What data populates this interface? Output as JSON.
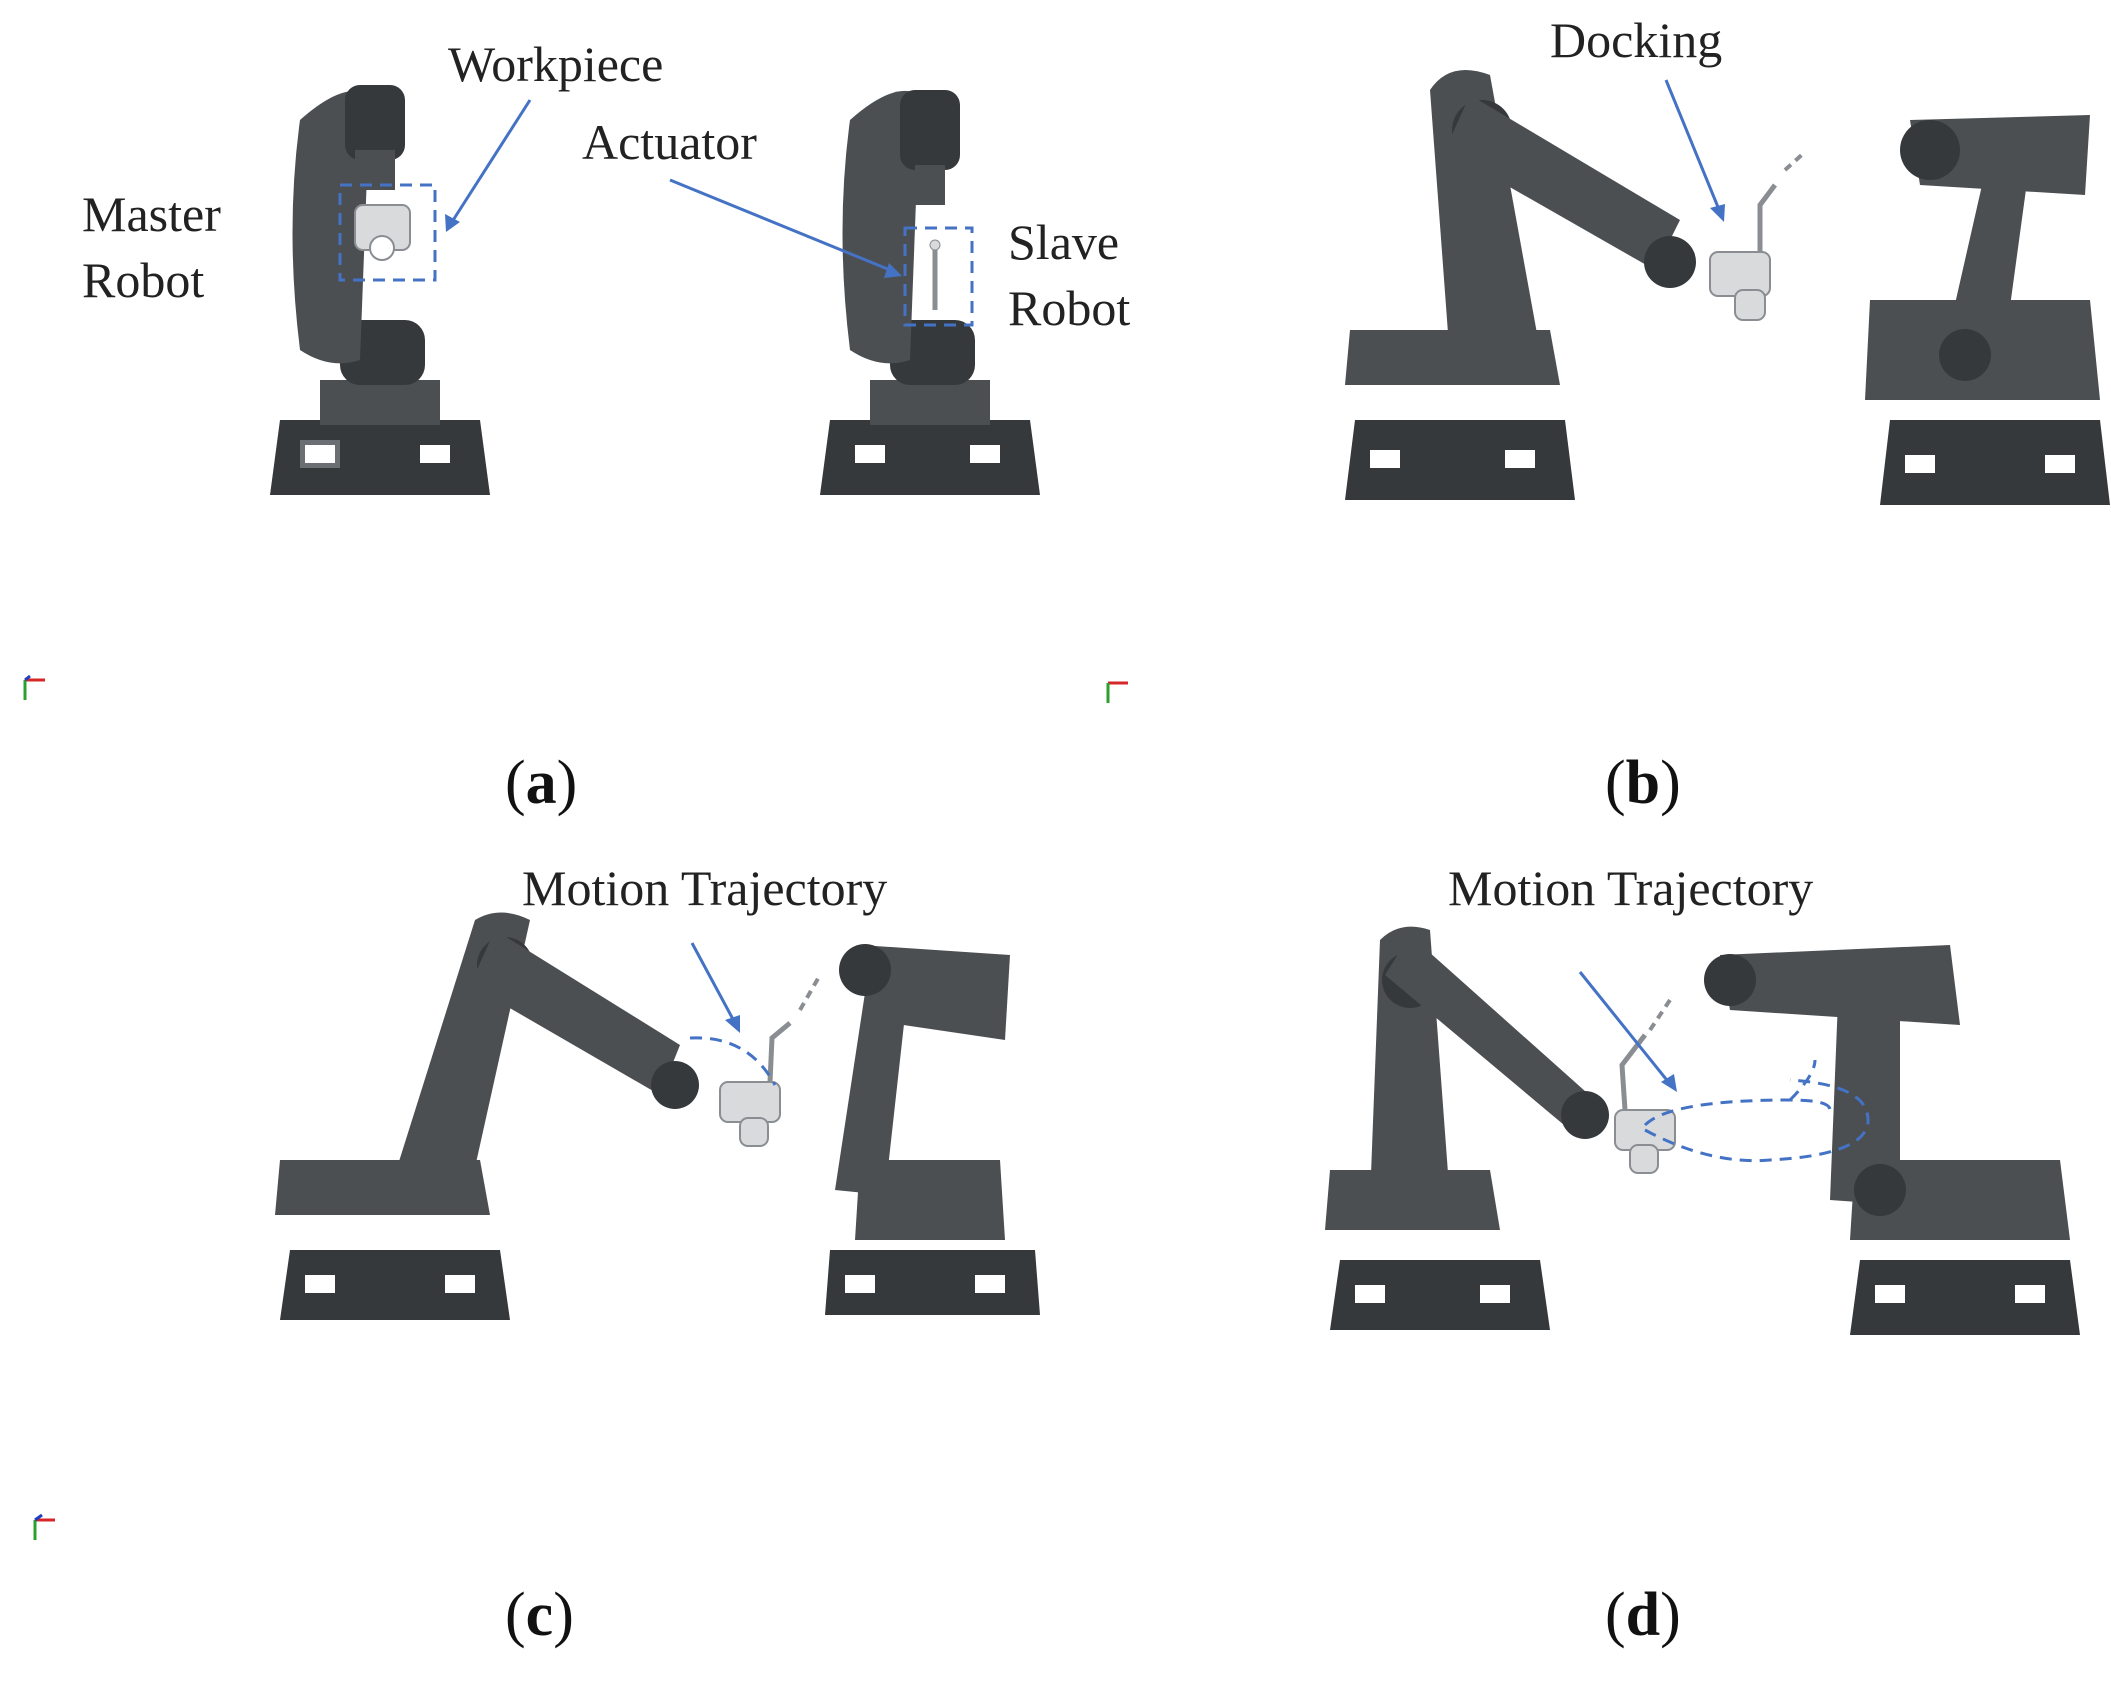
{
  "panels": [
    {
      "id": "a",
      "label": "a",
      "texts": {
        "workpiece": "Workpiece",
        "actuator": "Actuator",
        "master_1": "Master",
        "master_2": "Robot",
        "slave_1": "Slave",
        "slave_2": "Robot"
      }
    },
    {
      "id": "b",
      "label": "b",
      "texts": {
        "docking": "Docking"
      }
    },
    {
      "id": "c",
      "label": "c",
      "texts": {
        "trajectory": "Motion Trajectory"
      }
    },
    {
      "id": "d",
      "label": "d",
      "texts": {
        "trajectory": "Motion Trajectory"
      }
    }
  ],
  "colors": {
    "annotation": "#4472c4",
    "robot": "#4c4f52",
    "background": "#ffffff"
  }
}
